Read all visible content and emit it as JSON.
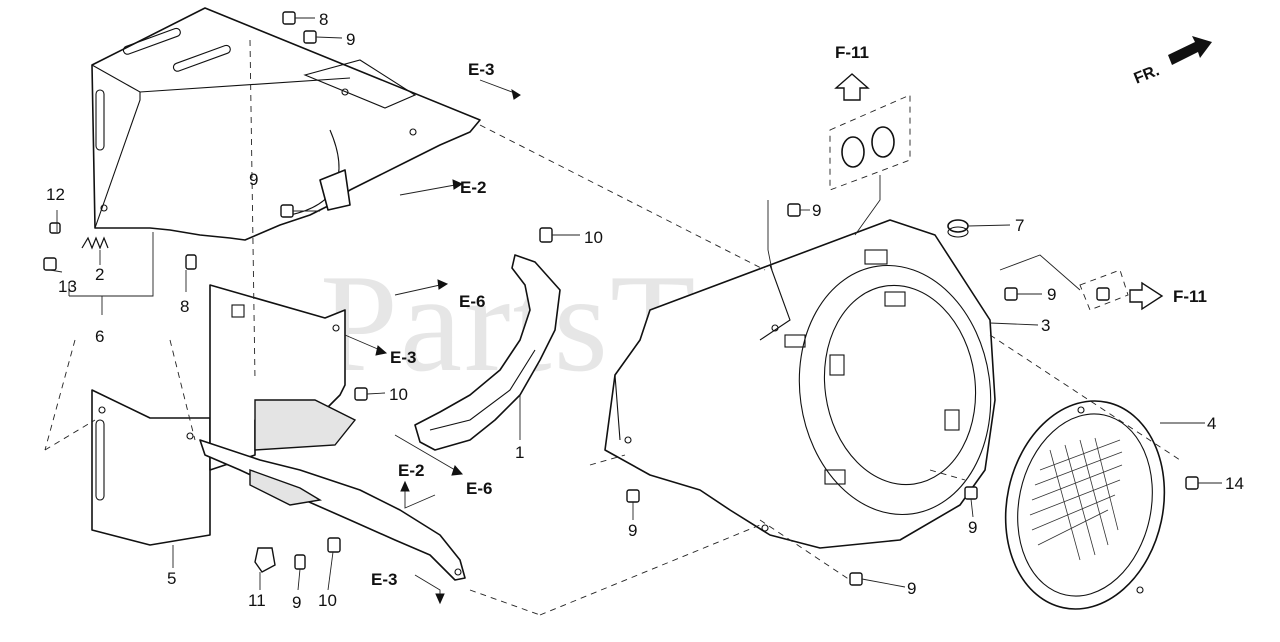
{
  "watermark": "PartsTree",
  "front_marker": "FR.",
  "callouts": {
    "p1": "1",
    "p2": "2",
    "p3": "3",
    "p4": "4",
    "p5": "5",
    "p6": "6",
    "p7": "7",
    "p8a": "8",
    "p8b": "8",
    "p9a": "9",
    "p9b": "9",
    "p9c": "9",
    "p9d": "9",
    "p9e": "9",
    "p9f": "9",
    "p9g": "9",
    "p10a": "10",
    "p10b": "10",
    "p10c": "10",
    "p11": "11",
    "p12": "12",
    "p13": "13",
    "p14": "14"
  },
  "refs": {
    "e3a": "E-3",
    "e3b": "E-3",
    "e3c": "E-3",
    "e2a": "E-2",
    "e2b": "E-2",
    "e6a": "E-6",
    "e6b": "E-6",
    "f11a": "F-11",
    "f11b": "F-11"
  }
}
